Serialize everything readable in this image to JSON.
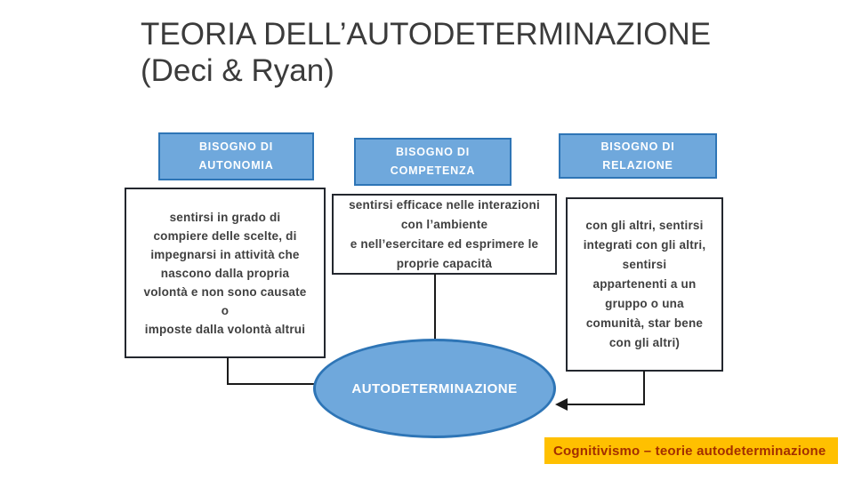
{
  "slide": {
    "title": "TEORIA DELL’AUTODETERMINAZIONE\n(Deci & Ryan)",
    "needs": [
      {
        "header": "BISOGNO DI\nAUTONOMIA",
        "description": "sentirsi in grado di\ncompiere delle scelte, di\nimpegnarsi in attività che\nnascono dalla propria\nvolontà e non sono causate\no\nimposte dalla volontà altrui"
      },
      {
        "header": "BISOGNO DI\nCOMPETENZA",
        "description": "sentirsi efficace nelle interazioni\ncon l’ambiente\ne nell’esercitare ed esprimere le\nproprie capacità"
      },
      {
        "header": "BISOGNO DI\nRELAZIONE",
        "description": "con gli altri, sentirsi\nintegrati con gli altri,\nsentirsi\nappartenenti a un\ngruppo o una\ncomunità, star bene\ncon gli altri)"
      }
    ],
    "result_label": "AUTODETERMINAZIONE",
    "footer_tag": "Cognitivismo – teorie autodeterminazione",
    "colors": {
      "need_fill": "#6FA8DC",
      "need_border": "#2E75B6",
      "ellipse_fill": "#6FA8DC",
      "ellipse_border": "#2E75B6",
      "description_border": "#23272E",
      "body_text": "#404040",
      "title_text": "#3B3B3B",
      "connector": "#1A1A1A",
      "footer_fill": "#FFC000",
      "footer_text": "#A32E00"
    }
  }
}
